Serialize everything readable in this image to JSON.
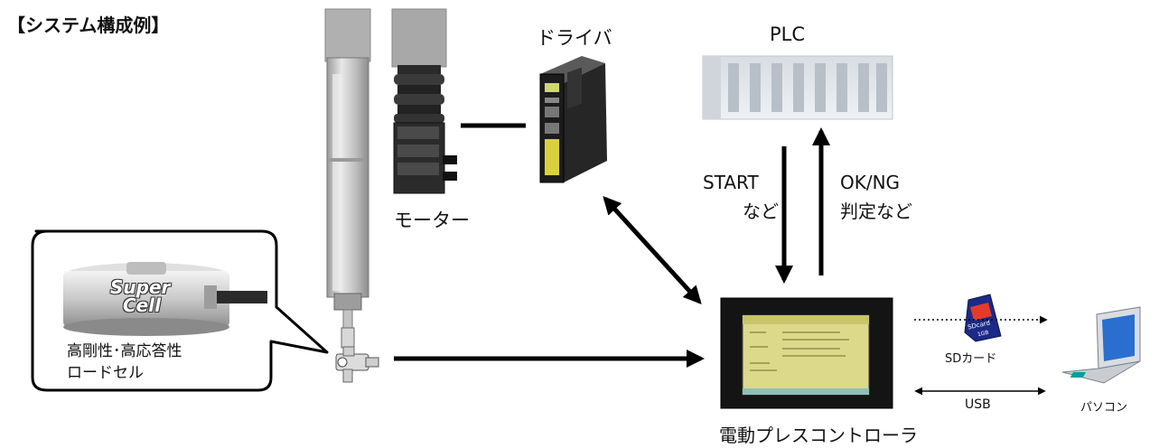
{
  "title": "【システム構成例】",
  "labels": {
    "driver": "ドライバ",
    "plc": "PLC",
    "motor": "モーター",
    "start_line1": "START",
    "start_line2": "など",
    "okng_line1": "OK/NG",
    "okng_line2": "判定など",
    "loadcell_line1": "高剛性･高応答性",
    "loadcell_line2": "ロードセル",
    "sd_card": "SDカード",
    "usb": "USB",
    "pc": "パソコン",
    "controller": "電動プレスコントローラ"
  },
  "logo": {
    "line1": "Super",
    "line2": "Cell"
  },
  "sd_card_print": {
    "brand": "SDcard",
    "size": "1GB"
  },
  "colors": {
    "accent": "#000000",
    "screen": "#dcd98a",
    "casing": "#b8b8b8"
  }
}
